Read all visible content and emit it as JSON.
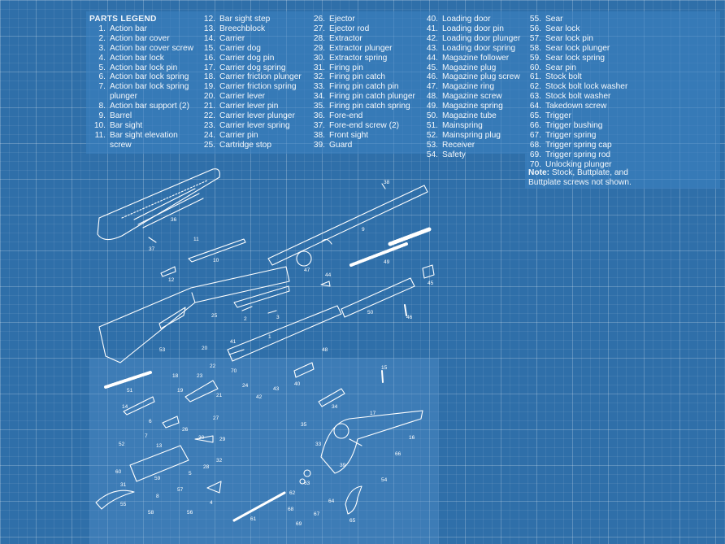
{
  "legend": {
    "title": "PARTS LEGEND",
    "parts": [
      {
        "n": "1.",
        "label": "Action bar"
      },
      {
        "n": "2.",
        "label": "Action bar cover"
      },
      {
        "n": "3.",
        "label": "Action bar cover screw"
      },
      {
        "n": "4.",
        "label": "Action bar lock"
      },
      {
        "n": "5.",
        "label": "Action bar lock pin"
      },
      {
        "n": "6.",
        "label": "Action bar lock spring"
      },
      {
        "n": "7.",
        "label": "Action bar lock spring plunger"
      },
      {
        "n": "8.",
        "label": "Action bar support (2)"
      },
      {
        "n": "9.",
        "label": "Barrel"
      },
      {
        "n": "10.",
        "label": "Bar sight"
      },
      {
        "n": "11.",
        "label": "Bar sight elevation screw"
      },
      {
        "n": "12.",
        "label": "Bar sight step"
      },
      {
        "n": "13.",
        "label": "Breechblock"
      },
      {
        "n": "14.",
        "label": "Carrier"
      },
      {
        "n": "15.",
        "label": "Carrier dog"
      },
      {
        "n": "16.",
        "label": "Carrier dog pin"
      },
      {
        "n": "17.",
        "label": "Carrier dog spring"
      },
      {
        "n": "18.",
        "label": "Carrier friction plunger"
      },
      {
        "n": "19.",
        "label": "Carrier friction spring"
      },
      {
        "n": "20.",
        "label": "Carrier lever"
      },
      {
        "n": "21.",
        "label": "Carrier lever pin"
      },
      {
        "n": "22.",
        "label": "Carrier lever plunger"
      },
      {
        "n": "23.",
        "label": "Carrier lever spring"
      },
      {
        "n": "24.",
        "label": "Carrier pin"
      },
      {
        "n": "25.",
        "label": "Cartridge stop"
      },
      {
        "n": "26.",
        "label": "Ejector"
      },
      {
        "n": "27.",
        "label": "Ejector rod"
      },
      {
        "n": "28.",
        "label": "Extractor"
      },
      {
        "n": "29.",
        "label": "Extractor plunger"
      },
      {
        "n": "30.",
        "label": "Extractor spring"
      },
      {
        "n": "31.",
        "label": "Firing pin"
      },
      {
        "n": "32.",
        "label": "Firing pin catch"
      },
      {
        "n": "33.",
        "label": "Firing pin catch pin"
      },
      {
        "n": "34.",
        "label": "Firing pin catch plunger"
      },
      {
        "n": "35.",
        "label": "Firing pin catch spring"
      },
      {
        "n": "36.",
        "label": "Fore-end"
      },
      {
        "n": "37.",
        "label": "Fore-end screw (2)"
      },
      {
        "n": "38.",
        "label": "Front sight"
      },
      {
        "n": "39.",
        "label": "Guard"
      },
      {
        "n": "40.",
        "label": "Loading door"
      },
      {
        "n": "41.",
        "label": "Loading door pin"
      },
      {
        "n": "42.",
        "label": "Loading door plunger"
      },
      {
        "n": "43.",
        "label": "Loading door spring"
      },
      {
        "n": "44.",
        "label": "Magazine follower"
      },
      {
        "n": "45.",
        "label": "Magazine plug"
      },
      {
        "n": "46.",
        "label": "Magazine plug screw"
      },
      {
        "n": "47.",
        "label": "Magazine ring"
      },
      {
        "n": "48.",
        "label": "Magazine screw"
      },
      {
        "n": "49.",
        "label": "Magazine spring"
      },
      {
        "n": "50.",
        "label": "Magazine tube"
      },
      {
        "n": "51.",
        "label": "Mainspring"
      },
      {
        "n": "52.",
        "label": "Mainspring plug"
      },
      {
        "n": "53.",
        "label": "Receiver"
      },
      {
        "n": "54.",
        "label": "Safety"
      },
      {
        "n": "55.",
        "label": "Sear"
      },
      {
        "n": "56.",
        "label": "Sear lock"
      },
      {
        "n": "57.",
        "label": "Sear lock pin"
      },
      {
        "n": "58.",
        "label": "Sear lock plunger"
      },
      {
        "n": "59.",
        "label": "Sear lock spring"
      },
      {
        "n": "60.",
        "label": "Sear pin"
      },
      {
        "n": "61.",
        "label": "Stock bolt"
      },
      {
        "n": "62.",
        "label": "Stock bolt lock washer"
      },
      {
        "n": "63.",
        "label": "Stock bolt washer"
      },
      {
        "n": "64.",
        "label": "Takedown screw"
      },
      {
        "n": "65.",
        "label": "Trigger"
      },
      {
        "n": "66.",
        "label": "Trigger bushing"
      },
      {
        "n": "67.",
        "label": "Trigger spring"
      },
      {
        "n": "68.",
        "label": "Trigger spring cap"
      },
      {
        "n": "69.",
        "label": "Trigger spring rod"
      },
      {
        "n": "70.",
        "label": "Unlocking plunger"
      }
    ],
    "note_label": "Note:",
    "note_text": " Stock, Buttplate, and Buttplate screws not shown."
  },
  "callouts": {
    "c1": "1",
    "c2": "2",
    "c3": "3",
    "c4": "4",
    "c5": "5",
    "c6": "6",
    "c7": "7",
    "c8": "8",
    "c9": "9",
    "c10": "10",
    "c11": "11",
    "c12": "12",
    "c13": "13",
    "c14": "14",
    "c15": "15",
    "c16": "16",
    "c17": "17",
    "c18": "18",
    "c19": "19",
    "c20": "20",
    "c21": "21",
    "c22": "22",
    "c23": "23",
    "c24": "24",
    "c25": "25",
    "c26": "26",
    "c27": "27",
    "c28": "28",
    "c29": "29",
    "c30": "30",
    "c31": "31",
    "c32": "32",
    "c33": "33",
    "c34": "34",
    "c35": "35",
    "c36": "36",
    "c37": "37",
    "c38": "38",
    "c39": "39",
    "c40": "40",
    "c41": "41",
    "c42": "42",
    "c43": "43",
    "c44": "44",
    "c45": "45",
    "c46": "46",
    "c47": "47",
    "c48": "48",
    "c49": "49",
    "c50": "50",
    "c51": "51",
    "c52": "52",
    "c53": "53",
    "c54": "54",
    "c55": "55",
    "c56": "56",
    "c57": "57",
    "c58": "58",
    "c59": "59",
    "c60": "60",
    "c61": "61",
    "c62": "62",
    "c63": "63",
    "c64": "64",
    "c65": "65",
    "c66": "66",
    "c67": "67",
    "c68": "68",
    "c69": "69",
    "c70": "70"
  },
  "colors": {
    "background": "#2f6fa9",
    "line": "#ffffff",
    "panel": "#3c84c2"
  }
}
